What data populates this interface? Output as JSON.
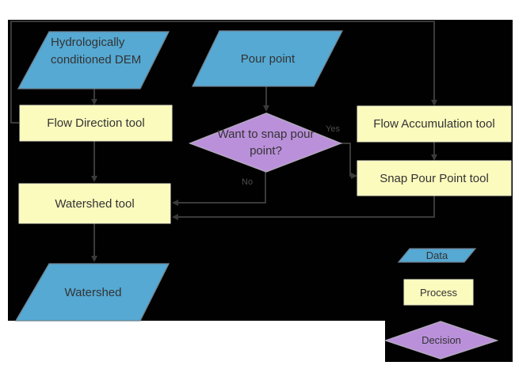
{
  "diagram": {
    "nodes": {
      "dem": "Hydrologically conditioned DEM",
      "pour_point": "Pour point",
      "flow_direction": "Flow Direction tool",
      "flow_accumulation": "Flow Accumulation tool",
      "snap_pour_point": "Snap Pour Point tool",
      "decision": "Want to snap pour point?",
      "watershed_tool": "Watershed tool",
      "watershed": "Watershed"
    },
    "edge_labels": {
      "yes": "Yes",
      "no": "No"
    },
    "legend": {
      "data": "Data",
      "process": "Process",
      "decision": "Decision"
    }
  },
  "colors": {
    "page_bg": "#ffffff",
    "canvas_bg": "#010101",
    "shape_blue": "#55a9d3",
    "shape_blue_border": "#6f8191",
    "shape_yellow": "#fbfbbe",
    "shape_yellow_border": "#e9e9cf",
    "shape_purple": "#bb90db",
    "shape_purple_border": "#b2a7bd",
    "line": "#3a3a3a",
    "text": "#333333",
    "edge_label_text": "#4e4e4e"
  }
}
